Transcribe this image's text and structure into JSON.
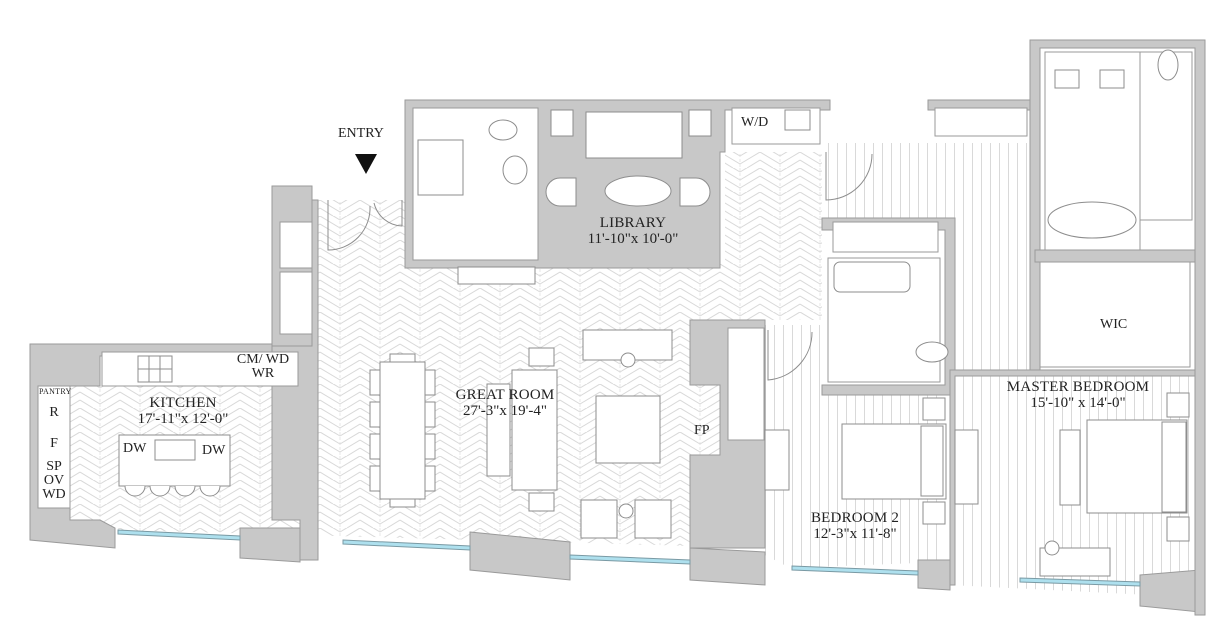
{
  "plan": {
    "type": "residential floor plan",
    "colors": {
      "wall": "#c8c8c8",
      "wall_outline": "#9a9a9a",
      "floor_line": "#d6d6d6",
      "glass": "#aee0ee",
      "text": "#222222",
      "background": "#ffffff"
    },
    "entry": {
      "label": "ENTRY",
      "icon": "down-triangle-arrow-icon"
    },
    "rooms": {
      "kitchen": {
        "name": "KITCHEN",
        "dims": "17'-11\"x  12'-0\""
      },
      "great_room": {
        "name": "GREAT ROOM",
        "dims": "27'-3\"x  19'-4\""
      },
      "library": {
        "name": "LIBRARY",
        "dims": "11'-10\"x  10'-0\""
      },
      "bedroom2": {
        "name": "BEDROOM 2",
        "dims": "12'-3\"x  11'-8\""
      },
      "master_bedroom": {
        "name": "MASTER BEDROOM",
        "dims": "15'-10\" x 14'-0\""
      },
      "wic": {
        "name": "WIC"
      }
    },
    "fixtures": {
      "pantry": "PANTRY",
      "refrigerator": "R",
      "freezer": "F",
      "sp": "SP",
      "ov": "OV",
      "wd_kitchen": "WD",
      "dw_left": "DW",
      "dw_right": "DW",
      "cm_wd": "CM/ WD",
      "wr": "WR",
      "washer_dryer": "W/D",
      "fireplace": "FP"
    }
  }
}
